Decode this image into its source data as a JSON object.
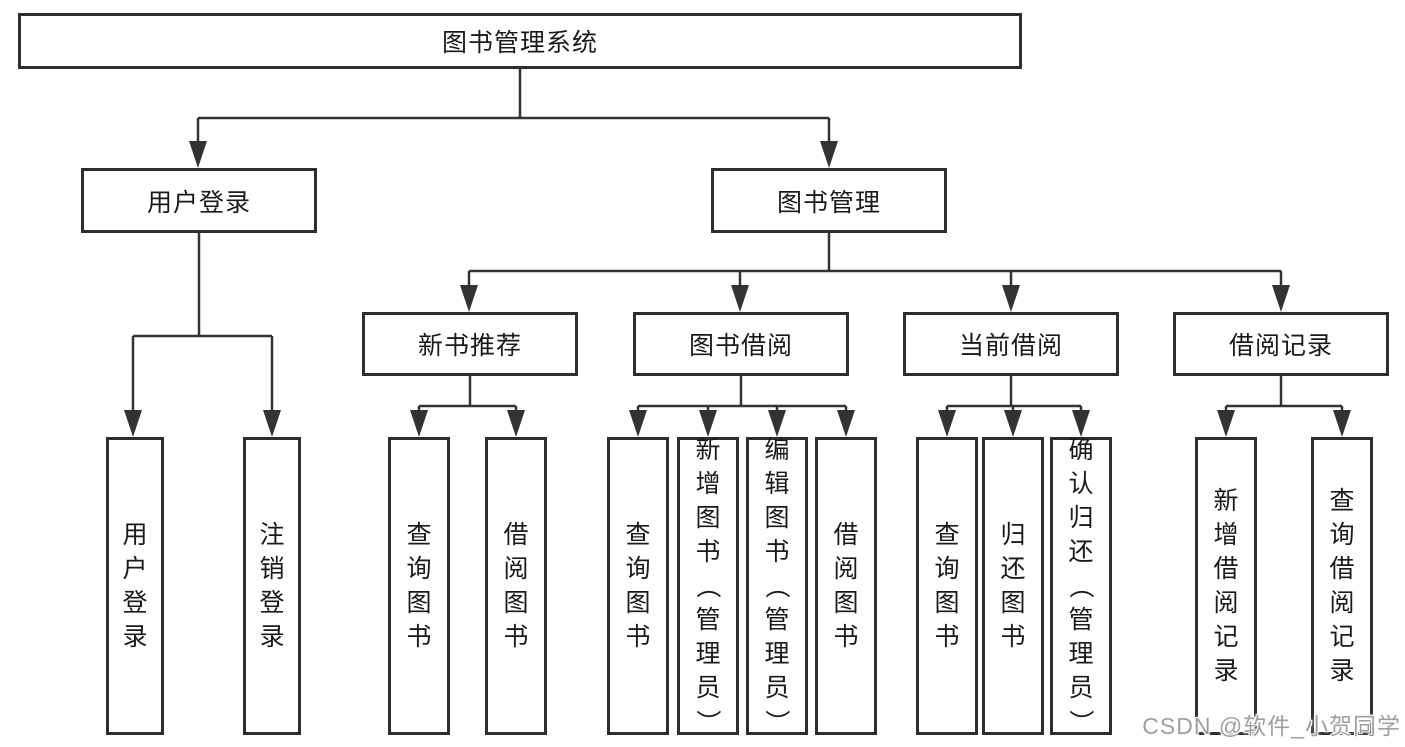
{
  "tree": {
    "root": "图书管理系统",
    "branches": [
      {
        "label": "用户登录",
        "leaves": [
          "用户登录",
          "注销登录"
        ]
      },
      {
        "label": "图书管理",
        "sections": [
          {
            "label": "新书推荐",
            "leaves": [
              "查询图书",
              "借阅图书"
            ]
          },
          {
            "label": "图书借阅",
            "leaves": [
              "查询图书",
              "新增图书（管理员）",
              "编辑图书（管理员）",
              "借阅图书"
            ]
          },
          {
            "label": "当前借阅",
            "leaves": [
              "查询图书",
              "归还图书",
              "确认归还（管理员）"
            ]
          },
          {
            "label": "借阅记录",
            "leaves": [
              "新增借阅记录",
              "查询借阅记录"
            ]
          }
        ]
      }
    ]
  },
  "watermark": {
    "text": "CSDN @软件_小贺同学"
  },
  "colors": {
    "line": "#333333",
    "box_border": "#2e2e2e",
    "text": "#1a1a1a",
    "watermark": "#9f9f9f",
    "background": "#ffffff"
  }
}
